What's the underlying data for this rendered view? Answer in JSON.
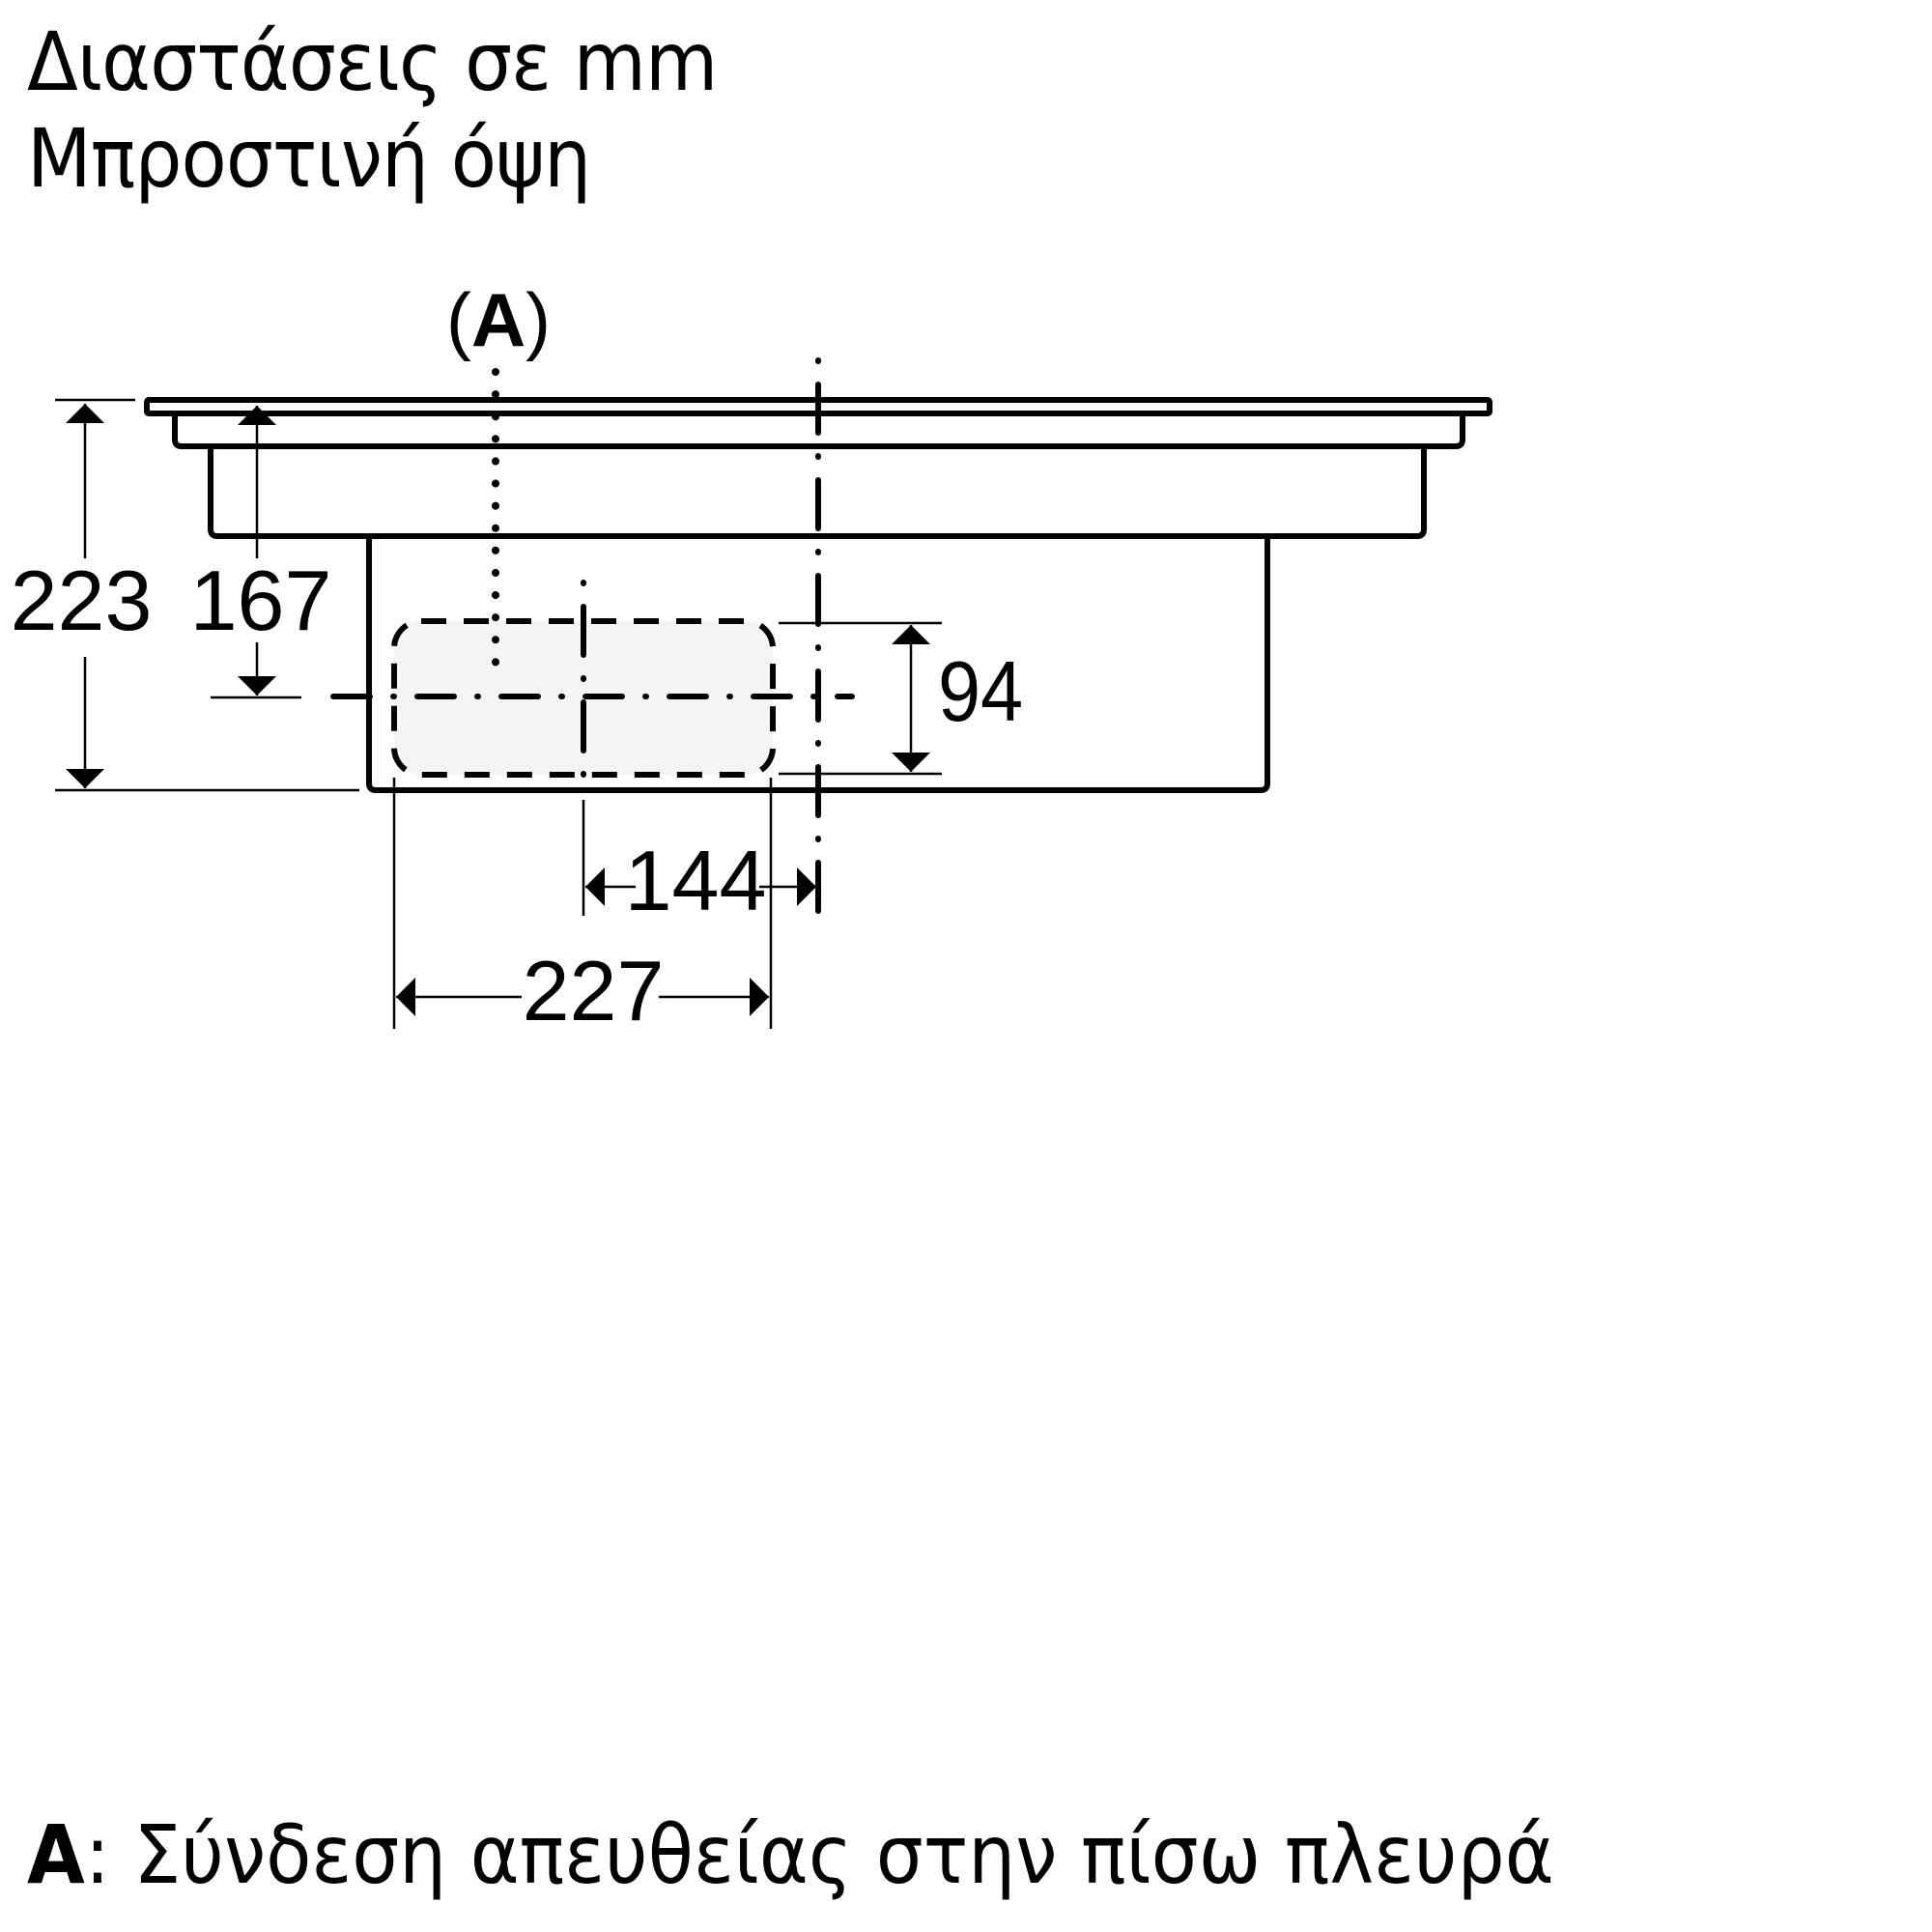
{
  "header": {
    "title_line1": "Διαστάσεις σε mm",
    "title_line2": "Μπροστινή όψη"
  },
  "drawing": {
    "view": "front",
    "units": "mm",
    "callout": {
      "open": "(",
      "letter": "A",
      "close": ")"
    },
    "dimensions": {
      "overall_height": "223",
      "height_to_centerline": "167",
      "opening_height": "94",
      "centerline_offset": "144",
      "opening_width": "227"
    },
    "colors": {
      "line": "#000000",
      "opening_fill": "#f4f4f4",
      "background": "#ffffff"
    }
  },
  "legend": {
    "key": "A",
    "separator": ":",
    "text": " Σύνδεση απευθείας στην πίσω πλευρά"
  }
}
